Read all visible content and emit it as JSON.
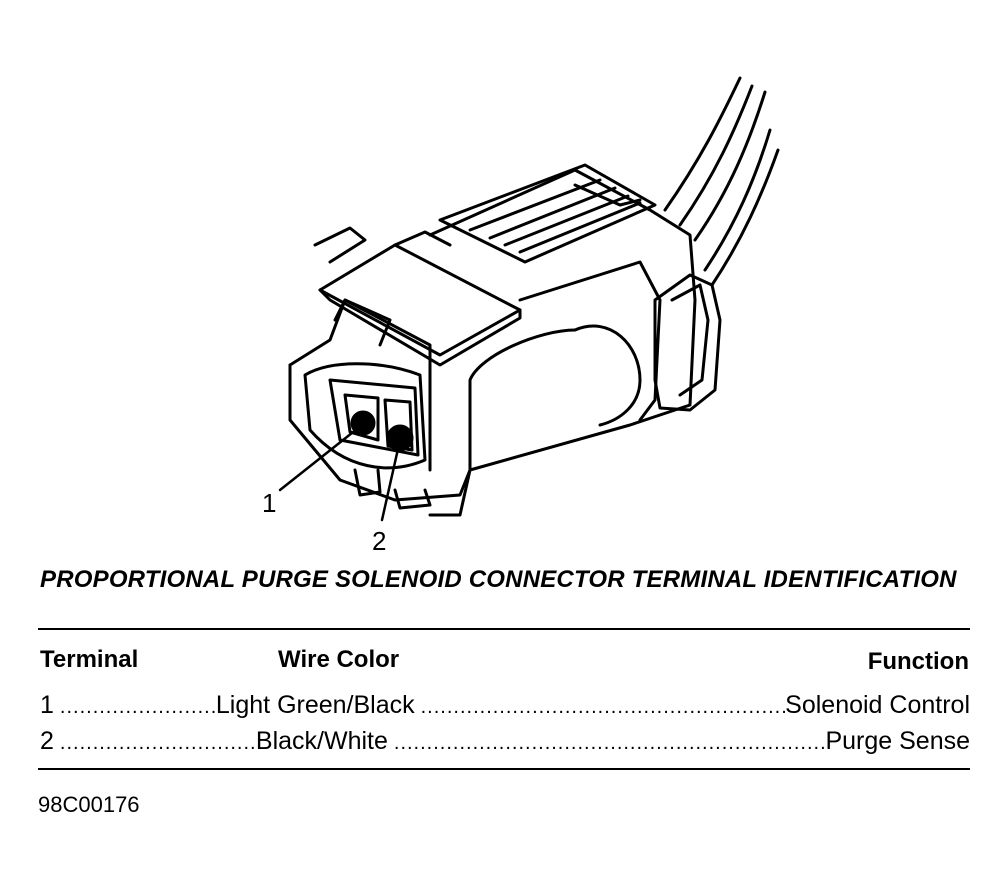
{
  "callouts": {
    "terminal_1": "1",
    "terminal_2": "2"
  },
  "title": "PROPORTIONAL PURGE SOLENOID CONNECTOR TERMINAL IDENTIFICATION",
  "table": {
    "headers": {
      "terminal": "Terminal",
      "wire_color": "Wire Color",
      "function": "Function"
    },
    "rows": [
      {
        "terminal": "1",
        "wire_color": "Light Green/Black",
        "function": "Solenoid Control"
      },
      {
        "terminal": "2",
        "wire_color": "Black/White",
        "function": "Purge Sense"
      }
    ]
  },
  "figure_id": "98C00176"
}
